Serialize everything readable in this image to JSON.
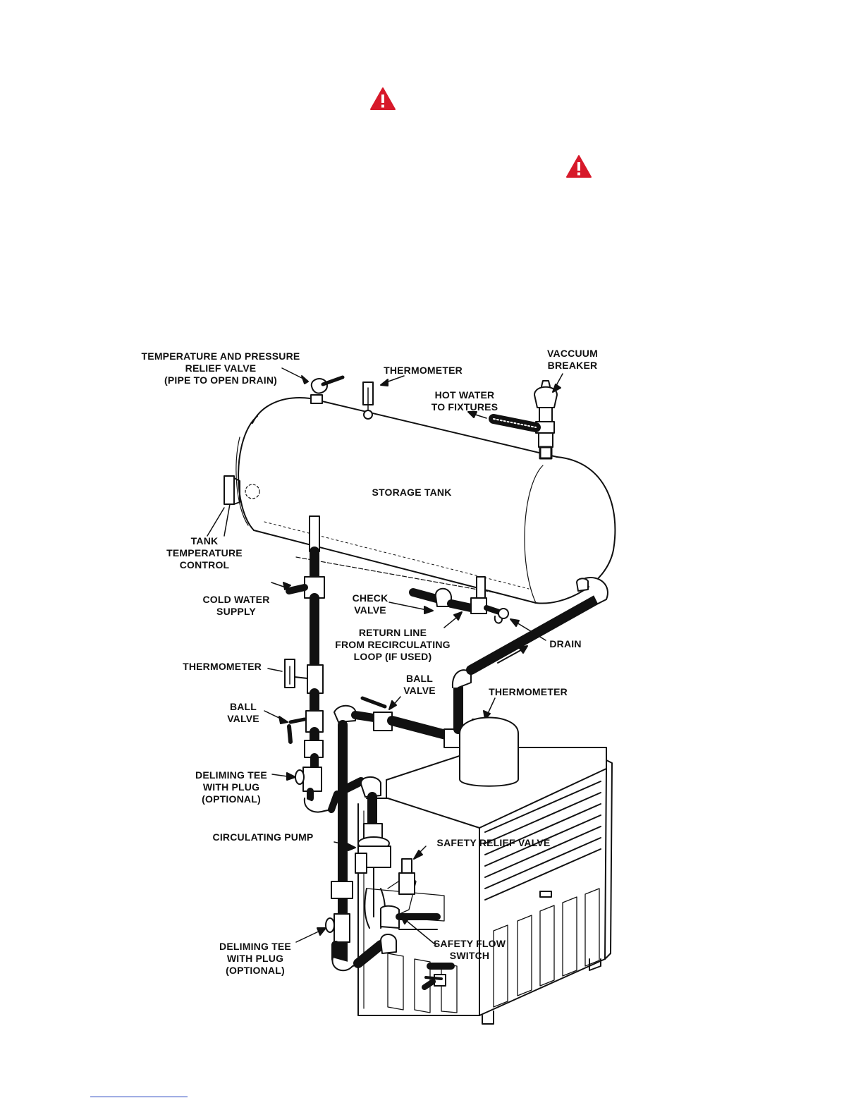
{
  "labels": {
    "tp_relief": [
      "TEMPERATURE AND PRESSURE",
      "RELIEF VALVE",
      "(PIPE TO OPEN DRAIN)"
    ],
    "thermometer_top": [
      "THERMOMETER"
    ],
    "vacuum_breaker": [
      "VACCUUM",
      "BREAKER"
    ],
    "hot_water": [
      "HOT WATER",
      "TO FIXTURES"
    ],
    "storage_tank": [
      "STORAGE TANK"
    ],
    "tank_temp_control": [
      "TANK",
      "TEMPERATURE",
      "CONTROL"
    ],
    "cold_water": [
      "COLD WATER",
      "SUPPLY"
    ],
    "check_valve": [
      "CHECK",
      "VALVE"
    ],
    "return_line": [
      "RETURN LINE",
      "FROM RECIRCULATING",
      "LOOP (IF USED)"
    ],
    "drain": [
      "DRAIN"
    ],
    "thermometer_left": [
      "THERMOMETER"
    ],
    "ball_valve_left": [
      "BALL",
      "VALVE"
    ],
    "ball_valve_mid": [
      "BALL",
      "VALVE"
    ],
    "thermometer_right": [
      "THERMOMETER"
    ],
    "deliming_tee_1": [
      "DELIMING TEE",
      "WITH PLUG",
      "(OPTIONAL)"
    ],
    "circulating_pump": [
      "CIRCULATING PUMP"
    ],
    "safety_relief_valve": [
      "SAFETY RELIEF VALVE"
    ],
    "safety_flow_switch": [
      "SAFETY FLOW",
      "SWITCH"
    ],
    "deliming_tee_2": [
      "DELIMING TEE",
      "WITH PLUG",
      "(OPTIONAL)"
    ]
  },
  "colors": {
    "warning_red": "#d7192a",
    "line": "#111111",
    "footer_link": "#1f3fbf"
  },
  "icons": [
    "warning-triangle-icon",
    "warning-triangle-icon"
  ]
}
